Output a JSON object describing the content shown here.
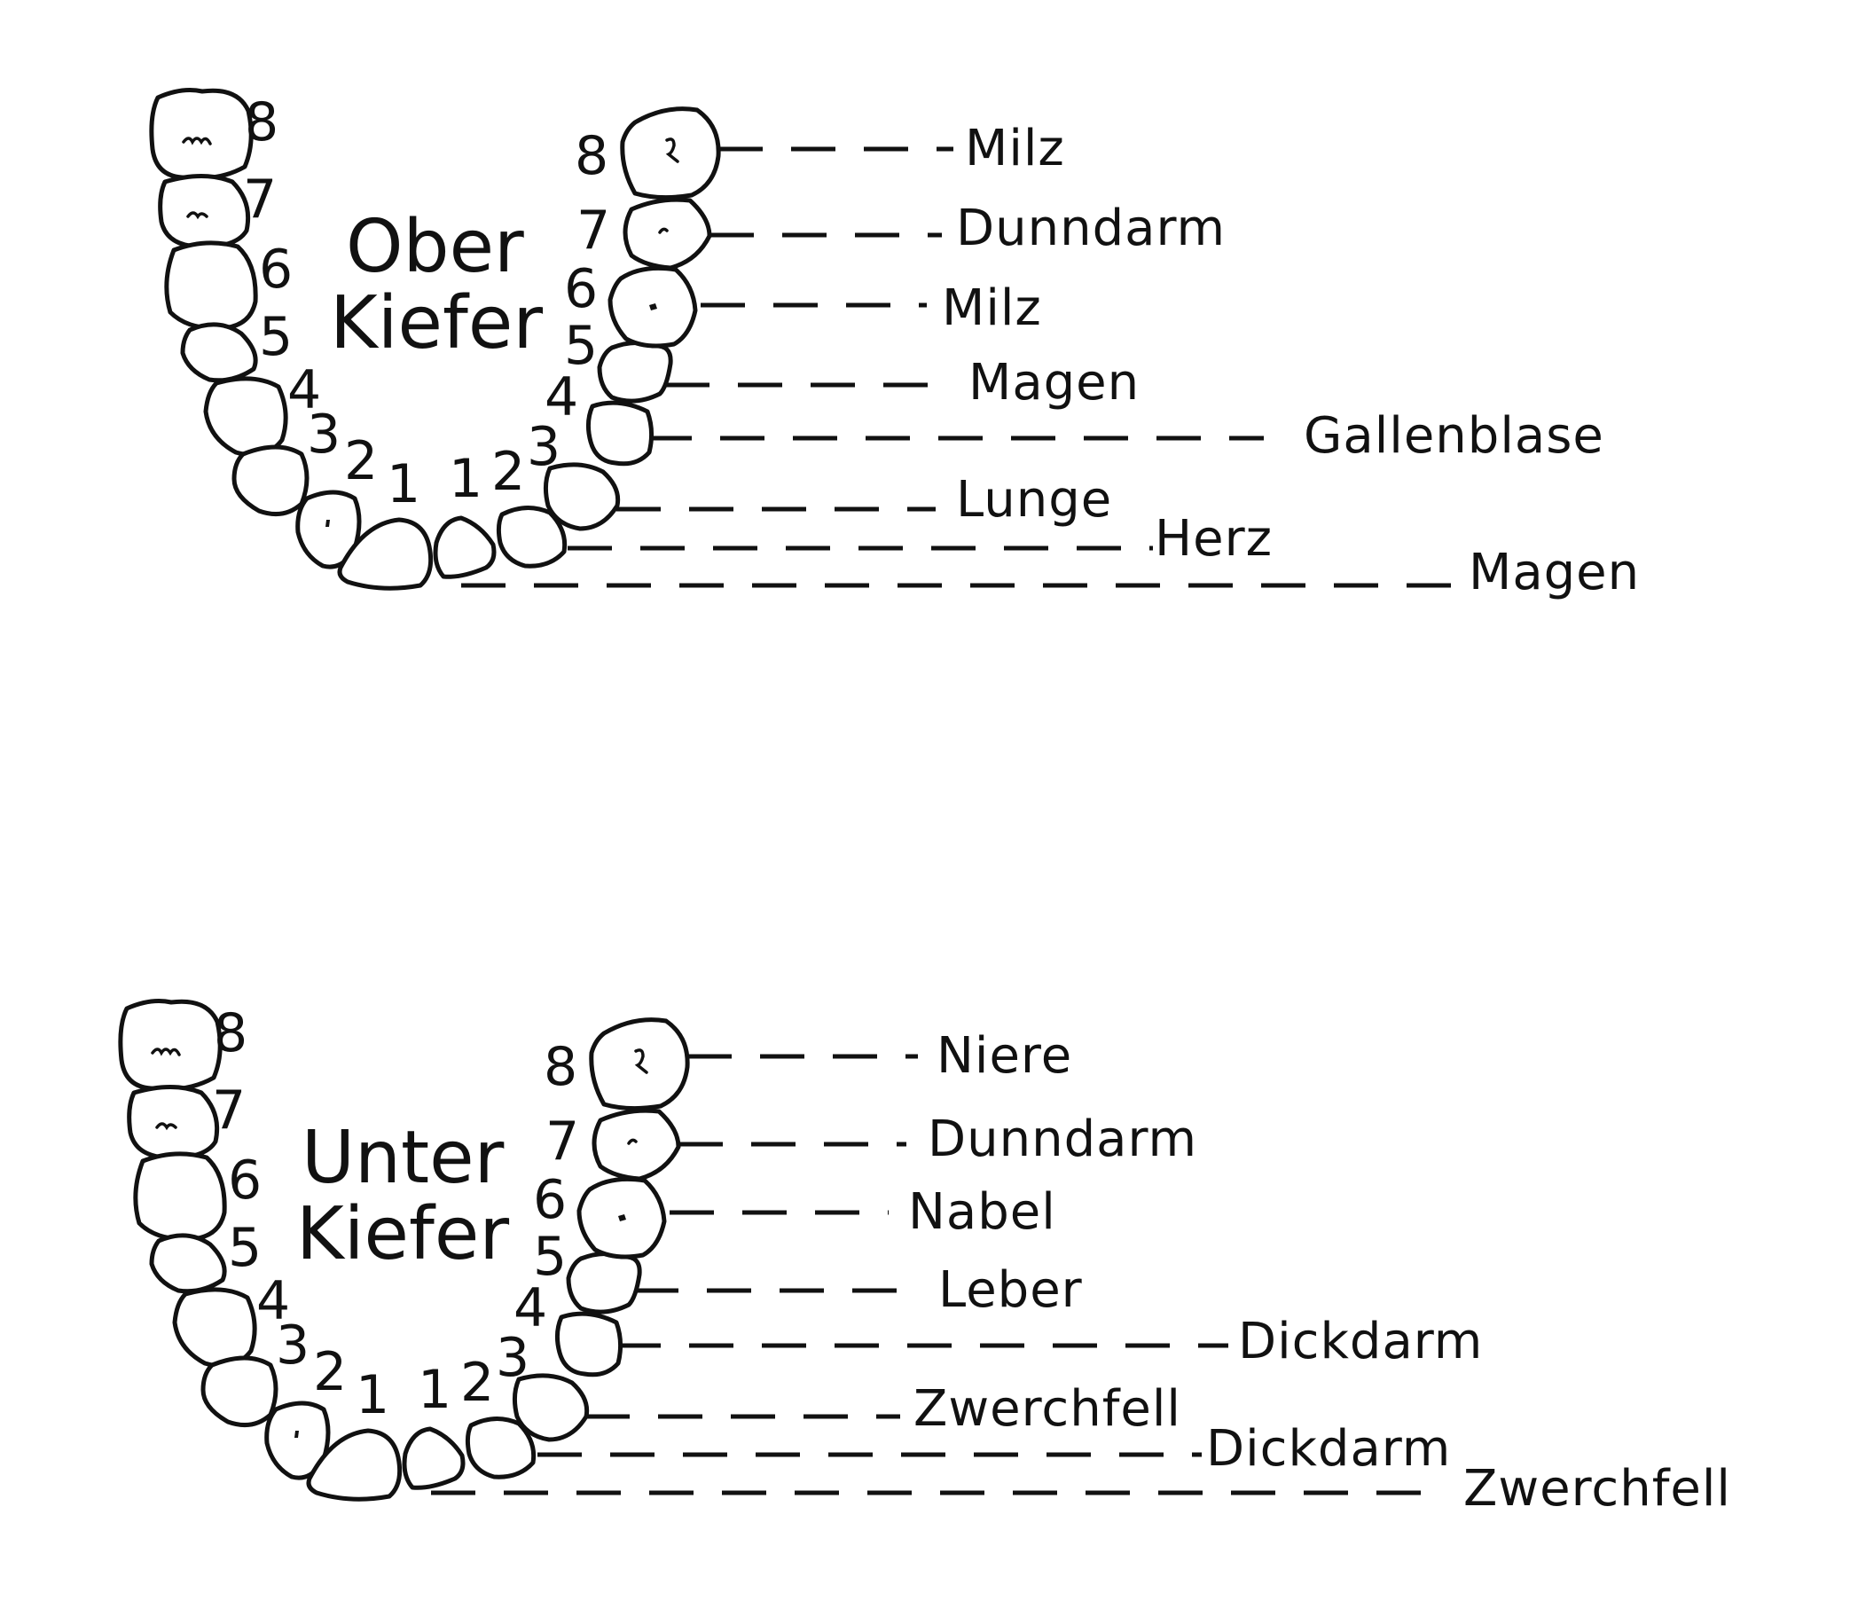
{
  "colors": {
    "ink": "#111111",
    "background": "#ffffff"
  },
  "upper_jaw": {
    "title_line1": "Ober",
    "title_line2": "Kiefer",
    "left_numbers": [
      "8",
      "7",
      "6",
      "5",
      "4",
      "3",
      "2",
      "1"
    ],
    "right_numbers": [
      "1",
      "2",
      "3",
      "4",
      "5",
      "6",
      "7",
      "8"
    ],
    "organs": [
      "Milz",
      "Dunndarm",
      "Milz",
      "Magen",
      "Gallenblase",
      "Lunge",
      "Herz",
      "Magen"
    ]
  },
  "lower_jaw": {
    "title_line1": "Unter",
    "title_line2": "Kiefer",
    "left_numbers": [
      "8",
      "7",
      "6",
      "5",
      "4",
      "3",
      "2",
      "1"
    ],
    "right_numbers": [
      "1",
      "2",
      "3",
      "4",
      "5",
      "6",
      "7",
      "8"
    ],
    "organs": [
      "Niere",
      "Dunndarm",
      "Nabel",
      "Leber",
      "Dickdarm",
      "Zwerchfell",
      "Dickdarm",
      "Zwerchfell"
    ]
  }
}
